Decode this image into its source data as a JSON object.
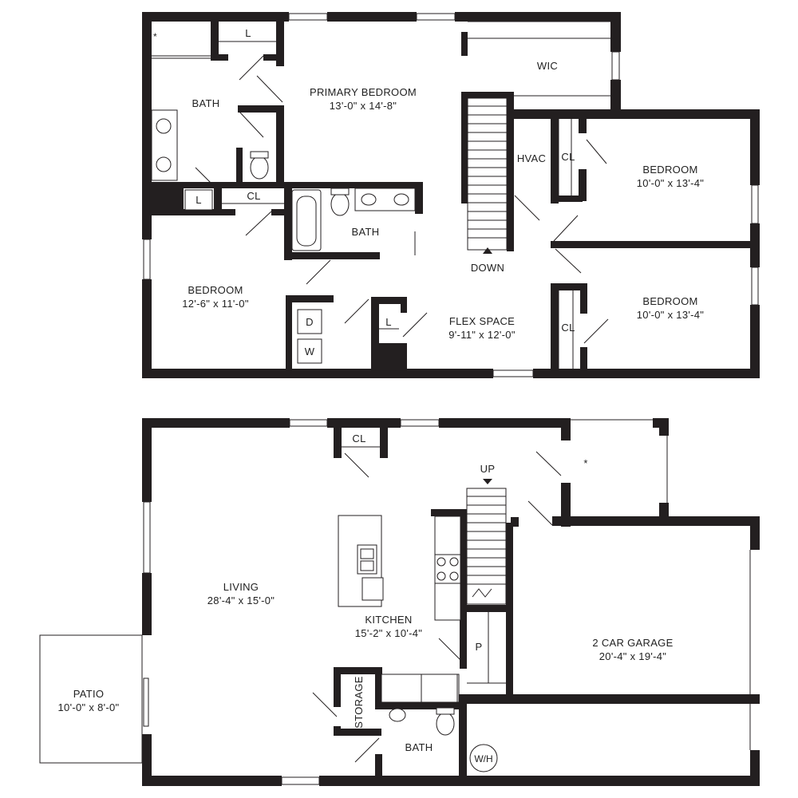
{
  "upper_floor": {
    "rooms": {
      "primary_bedroom": {
        "name": "PRIMARY BEDROOM",
        "size": "13'-0\" x 14'-8\""
      },
      "wic": {
        "name": "WIC"
      },
      "primary_bath": {
        "name": "BATH"
      },
      "linen_top": {
        "name": "L"
      },
      "linen_mid": {
        "name": "L"
      },
      "closet_mid": {
        "name": "CL"
      },
      "hall_bath": {
        "name": "BATH"
      },
      "hvac": {
        "name": "HVAC"
      },
      "closet_bed2": {
        "name": "CL"
      },
      "bedroom2": {
        "name": "BEDROOM",
        "size": "10'-0\" x 13'-4\""
      },
      "bedroom3": {
        "name": "BEDROOM",
        "size": "10'-0\" x 13'-4\""
      },
      "closet_bed3": {
        "name": "CL"
      },
      "bedroom1": {
        "name": "BEDROOM",
        "size": "12'-6\" x 11'-0\""
      },
      "dryer": {
        "name": "D"
      },
      "washer": {
        "name": "W"
      },
      "linen_flex": {
        "name": "L"
      },
      "flex_space": {
        "name": "FLEX SPACE",
        "size": "9'-11\" x 12'-0\""
      },
      "stairs_down": {
        "name": "DOWN"
      }
    }
  },
  "lower_floor": {
    "rooms": {
      "closet_entry": {
        "name": "CL"
      },
      "stairs_up": {
        "name": "UP"
      },
      "living": {
        "name": "LIVING",
        "size": "28'-4\" x 15'-0\""
      },
      "kitchen": {
        "name": "KITCHEN",
        "size": "15'-2\" x 10'-4\""
      },
      "pantry": {
        "name": "P"
      },
      "garage": {
        "name": "2 CAR GARAGE",
        "size": "20'-4\" x 19'-4\""
      },
      "patio": {
        "name": "PATIO",
        "size": "10'-0\" x 8'-0\""
      },
      "storage": {
        "name": "STORAGE"
      },
      "powder_bath": {
        "name": "BATH"
      },
      "water_heater": {
        "name": "W/H"
      },
      "entry_marker": {
        "name": "*"
      }
    }
  }
}
